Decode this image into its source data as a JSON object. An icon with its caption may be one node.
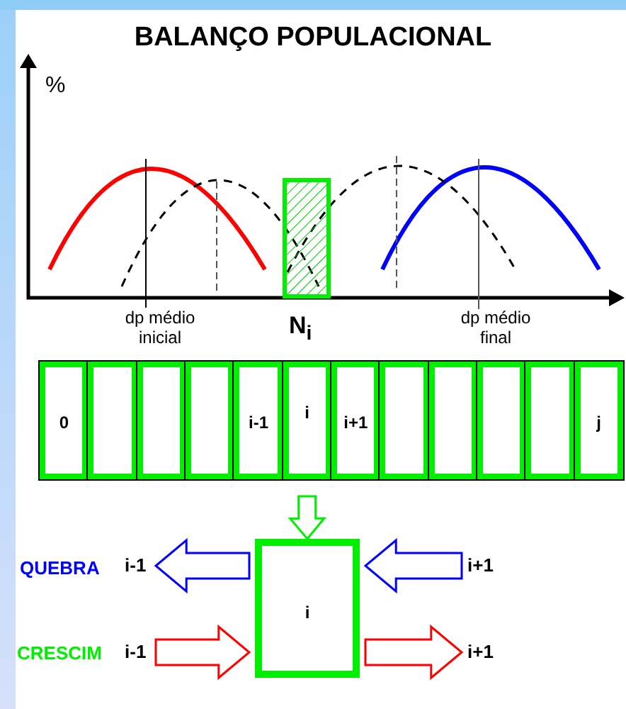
{
  "diagram": {
    "title": "BALANÇO POPULACIONAL",
    "nodes": [
      {
        "text": [
          "0"
        ]
      },
      {
        "text": [],
        "shape": "box"
      },
      {
        "text": [],
        "shape": "box"
      },
      {
        "text": [],
        "shape": "box"
      },
      {
        "text": [
          "i-1"
        ]
      },
      {
        "text": [
          "i"
        ]
      },
      {
        "text": [
          "i+1"
        ]
      },
      {
        "text": [],
        "shape": "box"
      },
      {
        "text": [],
        "shape": "box"
      },
      {
        "text": [],
        "shape": "box"
      },
      {
        "text": [],
        "shape": "box"
      },
      {
        "text": [
          "j"
        ]
      },
      {
        "text": [
          "i"
        ]
      },
      {
        "text": [
          "i-1"
        ]
      },
      {
        "text": [
          "i+1"
        ]
      },
      {
        "text": [
          "i-1"
        ]
      },
      {
        "text": [
          "i+1"
        ]
      }
    ],
    "edges": [
      {
        "from": 5,
        "to": 12,
        "arrow": "to",
        "color": "#00ee00"
      },
      {
        "from": 12,
        "to": 13,
        "arrow": "to",
        "color": "#0000ff"
      },
      {
        "from": 14,
        "to": 12,
        "arrow": "to",
        "color": "#0000ff"
      },
      {
        "from": 15,
        "to": 12,
        "arrow": "to"
      },
      {
        "from": 12,
        "to": 16,
        "arrow": "to"
      }
    ],
    "labels": [
      "%",
      "dp médio inicial",
      "N$_{i}$",
      "dp médio final",
      "QUEBRA",
      "CRESCIM"
    ]
  }
}
